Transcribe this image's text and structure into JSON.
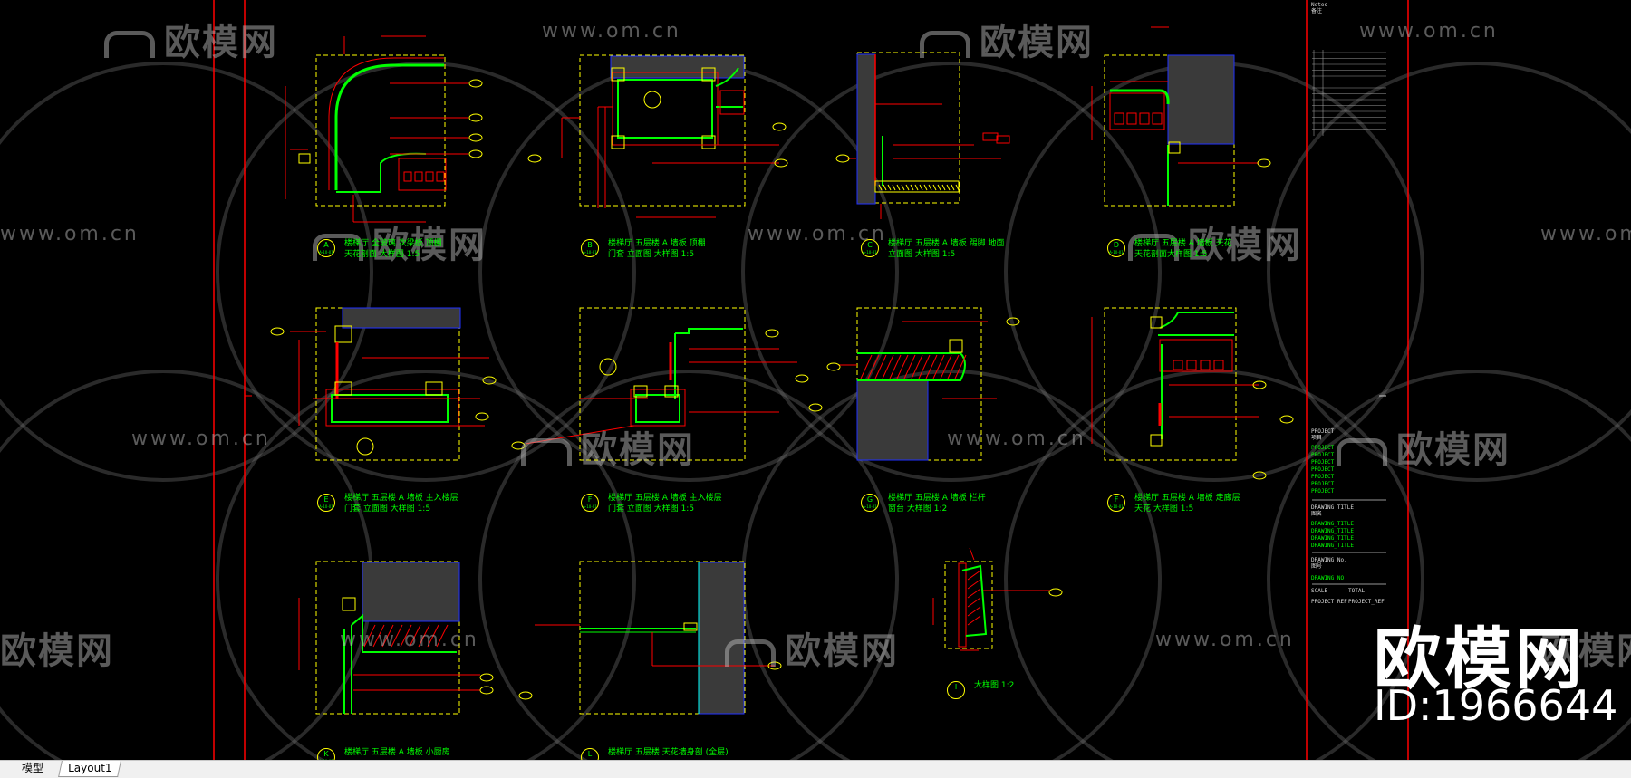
{
  "tabs": {
    "model": "模型",
    "layout1": "Layout1"
  },
  "brand": {
    "name": "欧模网",
    "id": "ID:1966644",
    "watermark_logo": "欧模网",
    "watermark_url": "www.om.cn"
  },
  "details": [
    {
      "letter": "A",
      "ref": "A-10-01",
      "line1": "楼梯厅 全玻璃 次梁板 顶棚",
      "line2": "天花剖面 大样图 1:5"
    },
    {
      "letter": "B",
      "ref": "A-10-01",
      "line1": "楼梯厅 五层楼 A 墙板 顶棚",
      "line2": "门套 立面图 大样图 1:5"
    },
    {
      "letter": "C",
      "ref": "A-10-01",
      "line1": "楼梯厅 五层楼 A 墙板 踢脚 地面",
      "line2": "立面图 大样图 1:5"
    },
    {
      "letter": "D",
      "ref": "A-10-01",
      "line1": "楼梯厅 五层楼 A 墙板 天花",
      "line2": "天花剖面大样图 1:5"
    },
    {
      "letter": "E",
      "ref": "A-10-01",
      "line1": "楼梯厅 五层楼 A 墙板 主入楼层",
      "line2": "门套 立面图 大样图 1:5"
    },
    {
      "letter": "F",
      "ref": "A-10-01",
      "line1": "楼梯厅 五层楼 A 墙板 主入楼层",
      "line2": "门套 立面图 大样图 1:5"
    },
    {
      "letter": "G",
      "ref": "A-10-01",
      "line1": "楼梯厅 五层楼 A 墙板 栏杆",
      "line2": "窗台 大样图 1:2"
    },
    {
      "letter": "F",
      "ref": "A-10-01",
      "line1": "楼梯厅 五层楼 A 墙板 走廊层",
      "line2": "天花 大样图 1:5"
    },
    {
      "letter": "K",
      "ref": "A-10-01",
      "line1": "楼梯厅 五层楼 A 墙板 小厨房",
      "line2": ""
    },
    {
      "letter": "L",
      "ref": "",
      "line1": "楼梯厅 五层楼 天花墙身剖 (全层)",
      "line2": ""
    },
    {
      "letter": "I",
      "ref": "",
      "line1": "大样图 1:2",
      "line2": ""
    }
  ],
  "title_block": {
    "notes_label": "Notes",
    "notes_value": "备注",
    "project_label": "PROJECT",
    "project_cn": "项目",
    "project_lines": [
      "PROJECT",
      "PROJECT",
      "PROJECT",
      "PROJECT",
      "PROJECT",
      "PROJECT",
      "PROJECT"
    ],
    "drawing_title_label": "DRAWING TITLE",
    "drawing_title_cn": "图名",
    "drawing_title_lines": [
      "DRAWING_TITLE",
      "DRAWING_TITLE",
      "DRAWING_TITLE",
      "DRAWING_TITLE"
    ],
    "drawing_no_label": "DRAWING No.",
    "drawing_no_cn": "图号",
    "drawing_no": "DRAWING_NO",
    "scale_label": "SCALE",
    "scale_value": "TOTAL",
    "project_ref_label": "PROJECT REF",
    "project_ref_value": "PROJECT_REF"
  },
  "colors": {
    "background": "#000000",
    "red": "#ff0000",
    "yellow": "#ffff00",
    "green": "#00ff00",
    "blue": "#2030ff",
    "gray_fill": "#3a3a3a",
    "cyan": "#00ffff"
  },
  "icons": [
    "sofa-logo-icon"
  ]
}
